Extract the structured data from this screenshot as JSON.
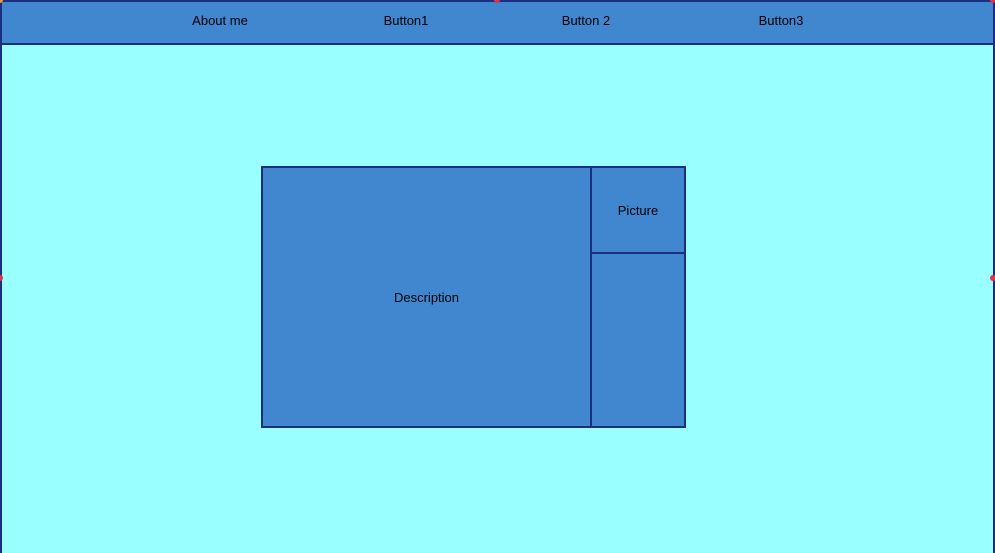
{
  "nav": {
    "items": [
      {
        "label": "About me"
      },
      {
        "label": "Button1"
      },
      {
        "label": "Button 2"
      },
      {
        "label": "Button3"
      }
    ]
  },
  "content": {
    "description_label": "Description",
    "picture_label": "Picture"
  },
  "colors": {
    "background": "#99ffff",
    "panel": "#4187d0",
    "border": "#1a2f80"
  }
}
